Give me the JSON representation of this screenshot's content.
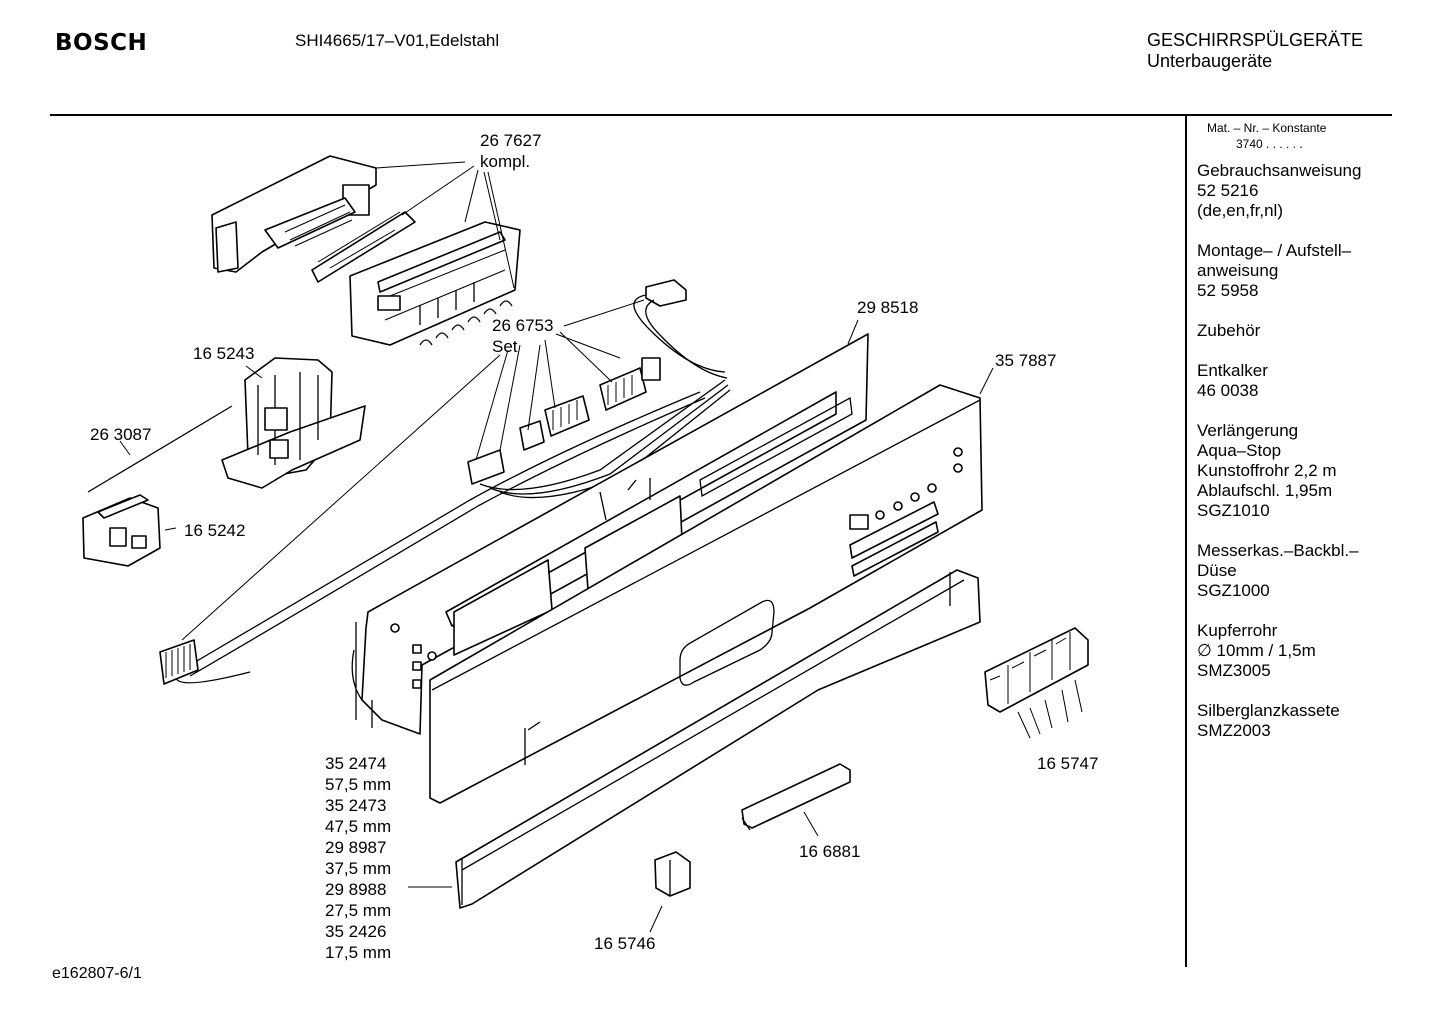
{
  "header": {
    "brand": "BOSCH",
    "model": "SHI4665/17–V01,Edelstahl",
    "category": "GESCHIRRSPÜLGERÄTE",
    "subcategory": "Unterbaugeräte"
  },
  "sidebar": {
    "mat_label": "Mat. – Nr. – Konstante",
    "mat_value": "3740 . .   . . . .",
    "groups": [
      [
        "Gebrauchsanweisung",
        "52 5216",
        "(de,en,fr,nl)"
      ],
      [
        "Montage– / Aufstell–",
        "anweisung",
        "52 5958"
      ],
      [
        "Zubehör"
      ],
      [
        "Entkalker",
        "46 0038"
      ],
      [
        "Verlängerung",
        "Aqua–Stop",
        "Kunstoffrohr 2,2 m",
        "Ablaufschl. 1,95m",
        "SGZ1010"
      ],
      [
        "Messerkas.–Backbl.–",
        "Düse",
        "SGZ1000"
      ],
      [
        "Kupferrohr",
        "∅ 10mm / 1,5m",
        "SMZ3005"
      ],
      [
        "Silberglanzkassete",
        "SMZ2003"
      ]
    ]
  },
  "parts": {
    "p267627": [
      "26 7627",
      "kompl."
    ],
    "p266753": [
      "26 6753",
      "Set"
    ],
    "p298518": "29 8518",
    "p357887": "35 7887",
    "p165243": "16 5243",
    "p263087": "26 3087",
    "p165242": "16 5242",
    "p165747": "16 5747",
    "p166881": "16 6881",
    "p165746": "16 5746",
    "p_variants": [
      "35 2474",
      "57,5 mm",
      "35 2473",
      "47,5 mm",
      "29 8987",
      "37,5 mm",
      "29 8988",
      "27,5 mm",
      "35 2426",
      "17,5 mm"
    ]
  },
  "footer": {
    "drawing_id": "e162807-6/1"
  }
}
